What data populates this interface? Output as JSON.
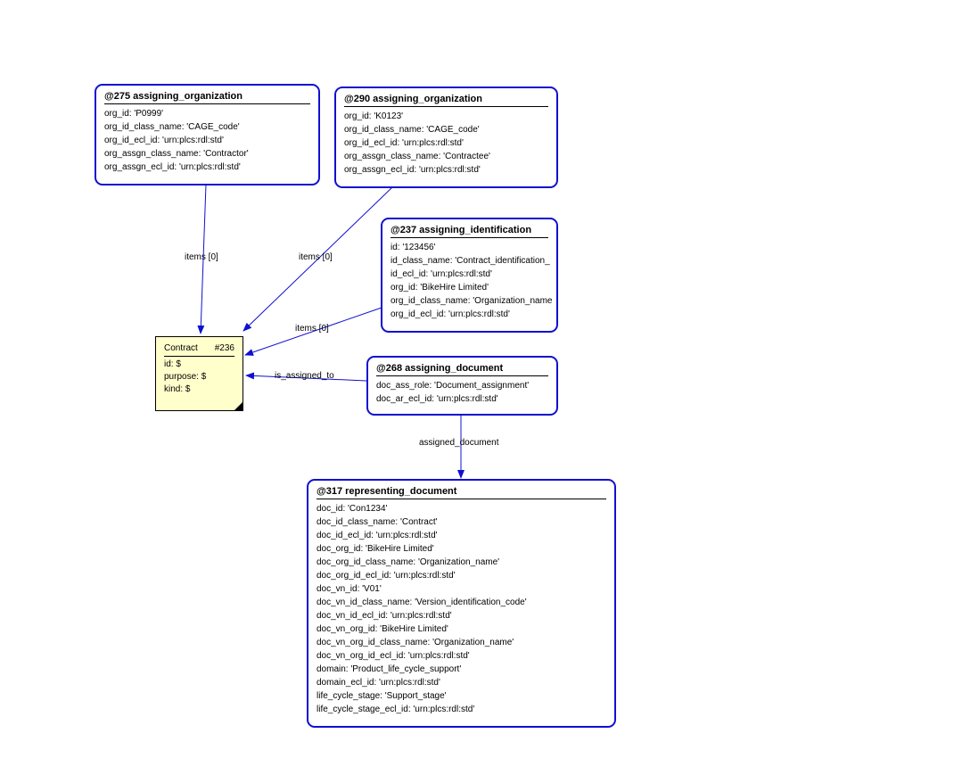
{
  "entities": {
    "e275": {
      "title": "@275 assigning_organization",
      "attrs": [
        "org_id: 'P0999'",
        "org_id_class_name: 'CAGE_code'",
        "org_id_ecl_id: 'urn:plcs:rdl:std'",
        "org_assgn_class_name: 'Contractor'",
        "org_assgn_ecl_id: 'urn:plcs:rdl:std'"
      ]
    },
    "e290": {
      "title": "@290 assigning_organization",
      "attrs": [
        "org_id: 'K0123'",
        "org_id_class_name: 'CAGE_code'",
        "org_id_ecl_id: 'urn:plcs:rdl:std'",
        "org_assgn_class_name: 'Contractee'",
        "org_assgn_ecl_id: 'urn:plcs:rdl:std'"
      ]
    },
    "e237": {
      "title": "@237 assigning_identification",
      "attrs": [
        "id: '123456'",
        "id_class_name: 'Contract_identification_",
        "id_ecl_id: 'urn:plcs:rdl:std'",
        "org_id: 'BikeHire Limited'",
        "org_id_class_name: 'Organization_name",
        "org_id_ecl_id: 'urn:plcs:rdl:std'"
      ]
    },
    "e268": {
      "title": "@268 assigning_document",
      "attrs": [
        "doc_ass_role: 'Document_assignment'",
        "doc_ar_ecl_id: 'urn:plcs:rdl:std'"
      ]
    },
    "e317": {
      "title": "@317 representing_document",
      "attrs": [
        "doc_id: 'Con1234'",
        "doc_id_class_name: 'Contract'",
        "doc_id_ecl_id: 'urn:plcs:rdl:std'",
        "doc_org_id: 'BikeHire Limited'",
        "doc_org_id_class_name: 'Organization_name'",
        "doc_org_id_ecl_id: 'urn:plcs:rdl:std'",
        "doc_vn_id: 'V01'",
        "doc_vn_id_class_name: 'Version_identification_code'",
        "doc_vn_id_ecl_id: 'urn:plcs:rdl:std'",
        "doc_vn_org_id: 'BikeHire Limited'",
        "doc_vn_org_id_class_name: 'Organization_name'",
        "doc_vn_org_id_ecl_id: 'urn:plcs:rdl:std'",
        "domain: 'Product_life_cycle_support'",
        "domain_ecl_id: 'urn:plcs:rdl:std'",
        "life_cycle_stage: 'Support_stage'",
        "life_cycle_stage_ecl_id: 'urn:plcs:rdl:std'"
      ]
    }
  },
  "contract": {
    "name": "Contract",
    "ref": "#236",
    "attrs": [
      "id: $",
      "purpose: $",
      "kind: $"
    ]
  },
  "links": {
    "l275": "items [0]",
    "l290": "items [0]",
    "l237": "items [0]",
    "l268": "is_assigned_to",
    "l317": "assigned_document"
  },
  "colors": {
    "entity_border": "#1010d0",
    "link_line": "#1010d0",
    "note_fill": "#ffffcc"
  }
}
